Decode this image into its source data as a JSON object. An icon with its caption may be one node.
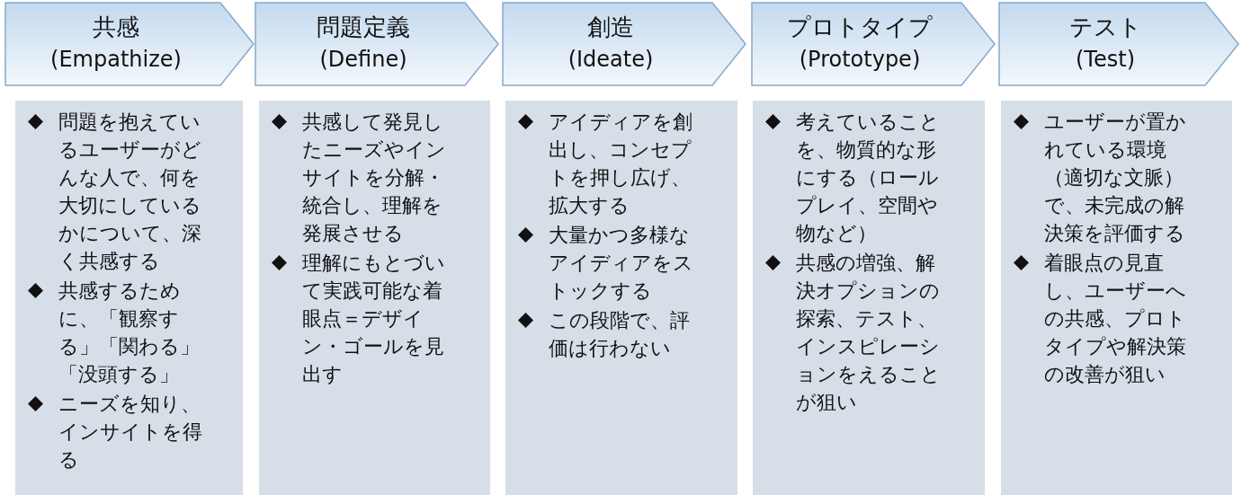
{
  "diagram": {
    "nodes": [
      {
        "text": [
          "共感",
          "(Empathize)"
        ]
      },
      {
        "text": [
          "問題定義",
          "(Define)"
        ]
      },
      {
        "text": [
          "創造",
          "(Ideate)"
        ]
      },
      {
        "text": [
          "プロトタイプ",
          "(Prototype)"
        ]
      },
      {
        "text": [
          "テスト",
          "(Test)"
        ]
      },
      {
        "text": [
          "問題を抱えているユーザーがどんな人で、何を大切にしているかについて、深く共感する",
          "共感するために、「観察する」「関わる」「没頭する」",
          "ニーズを知り、インサイトを得る"
        ]
      },
      {
        "text": [
          "共感して発見したニーズやインサイトを分解・統合し、理解を発展させる",
          "理解にもとづいて実践可能な着眼点＝デザイン・ゴールを見出す"
        ]
      },
      {
        "text": [
          "アイディアを創出し、コンセプトを押し広げ、拡大する",
          "大量かつ多様なアイディアをストックする",
          "この段階で、評価は行わない"
        ]
      },
      {
        "text": [
          "考えていることを、物質的な形にする（ロールプレイ、空間や物など）",
          "共感の増強、解決オプションの探索、テスト、インスピレーションをえることが狙い"
        ]
      },
      {
        "text": [
          "ユーザーが置かれている環境（適切な文脈）で、未完成の解決策を評価する",
          "着眼点の見直し、ユーザーへの共感、プロトタイプや解決策の改善が狙い"
        ]
      }
    ]
  }
}
